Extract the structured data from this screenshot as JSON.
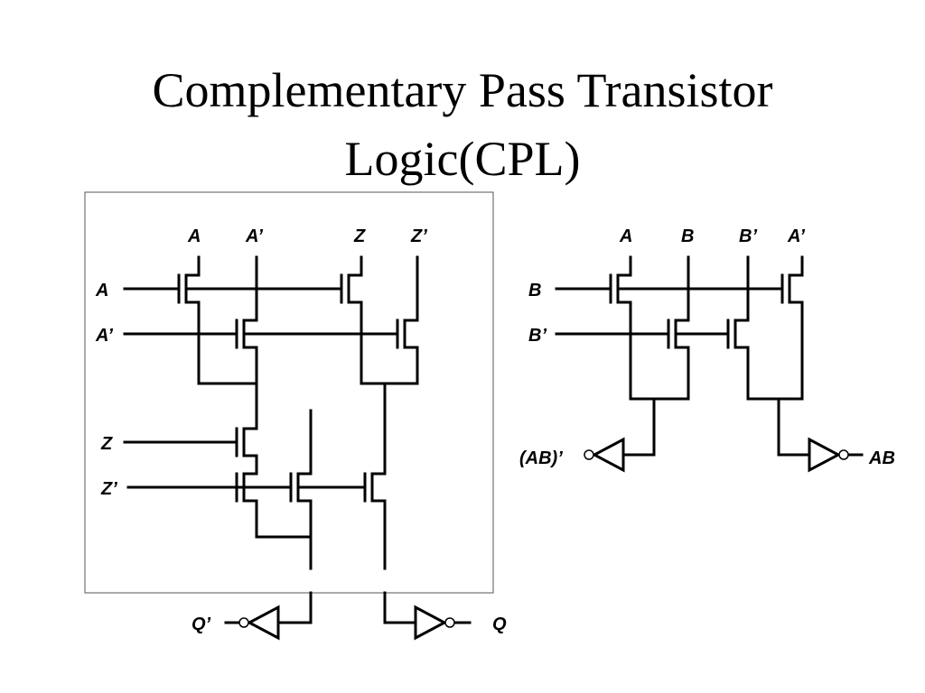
{
  "title": {
    "line1": "Complementary Pass Transistor",
    "line2": "Logic(CPL)"
  },
  "left_circuit": {
    "top_labels": [
      "A",
      "A’",
      "Z",
      "Z’"
    ],
    "side_labels": [
      "A",
      "A’",
      "Z",
      "Z’"
    ],
    "output_neg": "Q’",
    "output_pos": "Q"
  },
  "right_circuit": {
    "top_labels": [
      "A",
      "B",
      "B’",
      "A’"
    ],
    "side_labels": [
      "B",
      "B’"
    ],
    "output_neg": "(AB)’",
    "output_pos": "AB"
  }
}
